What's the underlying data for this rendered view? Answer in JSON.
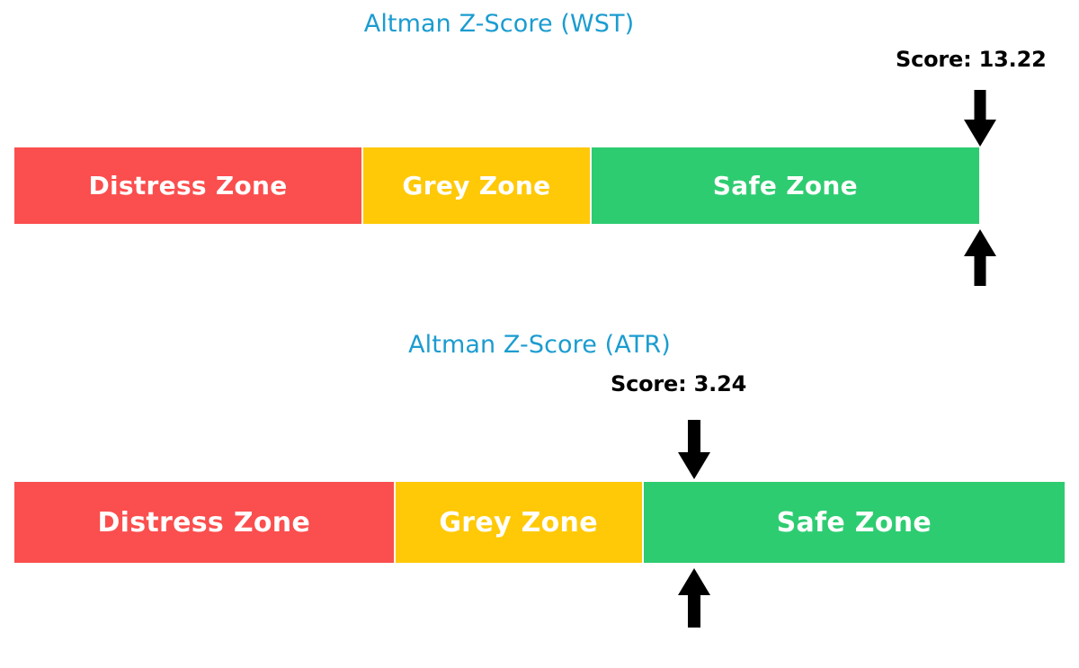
{
  "chart_data": [
    {
      "type": "bar",
      "orientation": "horizontal",
      "title": "Altman Z-Score (WST)",
      "subtitle": "",
      "xlabel": "",
      "ylabel": "",
      "score_label": "Score: 13.22",
      "score_value": 13.22,
      "marker": "down-and-up-arrows",
      "categories": [
        "Distress Zone",
        "Grey Zone",
        "Safe Zone"
      ],
      "values": [
        36.1,
        23.6,
        40.3
      ],
      "colors": [
        "#FB4E4E",
        "#FFC907",
        "#2ECC71"
      ],
      "grid": false,
      "legend": "none"
    },
    {
      "type": "bar",
      "orientation": "horizontal",
      "title": "Altman Z-Score (ATR)",
      "subtitle": "",
      "xlabel": "",
      "ylabel": "",
      "score_label": "Score: 3.24",
      "score_value": 3.24,
      "marker": "down-and-up-arrows",
      "categories": [
        "Distress Zone",
        "Grey Zone",
        "Safe Zone"
      ],
      "values": [
        36.2,
        23.6,
        40.2
      ],
      "colors": [
        "#FB4E4E",
        "#FFC907",
        "#2ECC71"
      ],
      "grid": false,
      "legend": "none"
    }
  ],
  "charts": [
    {
      "id": "wst",
      "title": "Altman Z-Score (WST)",
      "score_label": "Score: 13.22",
      "zones": [
        {
          "label": "Distress Zone",
          "color": "#FB4E4E",
          "width_pct": 36.1
        },
        {
          "label": "Grey Zone",
          "color": "#FFC907",
          "width_pct": 23.6
        },
        {
          "label": "Safe Zone",
          "color": "#2ECC71",
          "width_pct": 40.3
        }
      ]
    },
    {
      "id": "atr",
      "title": "Altman Z-Score (ATR)",
      "score_label": "Score: 3.24",
      "zones": [
        {
          "label": "Distress Zone",
          "color": "#FB4E4E",
          "width_pct": 36.2
        },
        {
          "label": "Grey Zone",
          "color": "#FFC907",
          "width_pct": 23.6
        },
        {
          "label": "Safe Zone",
          "color": "#2ECC71",
          "width_pct": 40.2
        }
      ]
    }
  ],
  "theme": {
    "title_color": "#1B9CD0",
    "score_color": "#000000",
    "zone_text_color": "#FFFFFF",
    "background": "#FFFFFF",
    "arrow_color": "#000000",
    "distress_color": "#FB4E4E",
    "grey_color": "#FFC907",
    "safe_color": "#2ECC71"
  }
}
